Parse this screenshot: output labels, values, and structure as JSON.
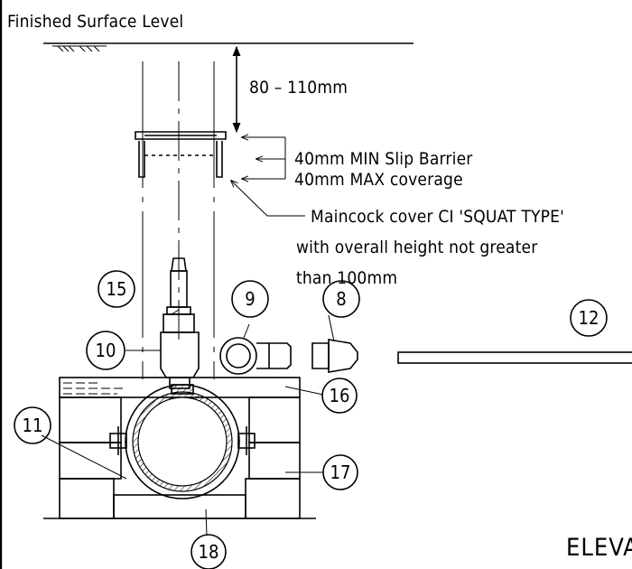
{
  "labels": {
    "finished_surface_level": "Finished Surface Level",
    "depth_dimension": "80 – 110mm",
    "slip_barrier_line1": "40mm MIN Slip Barrier",
    "slip_barrier_line2": "40mm MAX coverage",
    "maincock_line1": "Maincock cover CI 'SQUAT TYPE'",
    "maincock_line2": "with overall height not greater",
    "maincock_line3": "than 100mm",
    "view_title": "ELEVA"
  },
  "callouts": {
    "c8": "8",
    "c9": "9",
    "c10": "10",
    "c11": "11",
    "c12": "12",
    "c15": "15",
    "c16": "16",
    "c17": "17",
    "c18": "18"
  }
}
